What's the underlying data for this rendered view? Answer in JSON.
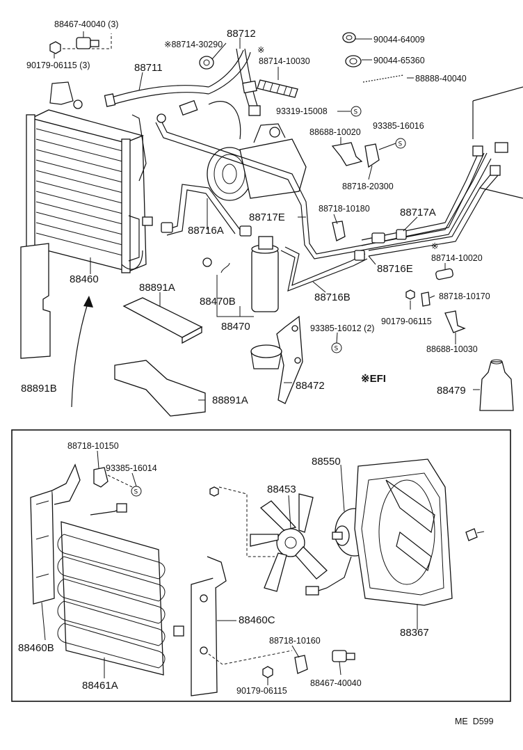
{
  "diagram": {
    "labels_top": [
      {
        "id": "l01",
        "text": "88467-40040 (3)"
      },
      {
        "id": "l02",
        "text": "90179-06115 (3)"
      },
      {
        "id": "l03",
        "text": "88711"
      },
      {
        "id": "l04",
        "text": "※88714-30290"
      },
      {
        "id": "l05",
        "text": "88712"
      },
      {
        "id": "l06",
        "text": "※"
      },
      {
        "id": "l07",
        "text": "88714-10030"
      },
      {
        "id": "l08",
        "text": "90044-64009"
      },
      {
        "id": "l09",
        "text": "90044-65360"
      },
      {
        "id": "l10",
        "text": "88888-40040"
      },
      {
        "id": "l11",
        "text": "93319-15008"
      },
      {
        "id": "l12",
        "text": "88688-10020"
      },
      {
        "id": "l13",
        "text": "93385-16016"
      },
      {
        "id": "l14",
        "text": "88718-20300"
      },
      {
        "id": "l15",
        "text": "88717E"
      },
      {
        "id": "l16",
        "text": "88718-10180"
      },
      {
        "id": "l17",
        "text": "88717A"
      },
      {
        "id": "l18",
        "text": "88716A"
      },
      {
        "id": "l19",
        "text": "88716E"
      },
      {
        "id": "l20",
        "text": "※"
      },
      {
        "id": "l21",
        "text": "88714-10020"
      },
      {
        "id": "l22",
        "text": "88460"
      },
      {
        "id": "l23",
        "text": "88891A"
      },
      {
        "id": "l24",
        "text": "88470B"
      },
      {
        "id": "l25",
        "text": "88716B"
      },
      {
        "id": "l26",
        "text": "88718-10170"
      },
      {
        "id": "l27",
        "text": "90179-06115"
      },
      {
        "id": "l28",
        "text": "88470"
      },
      {
        "id": "l29",
        "text": "93385-16012 (2)"
      },
      {
        "id": "l30",
        "text": "88688-10030"
      },
      {
        "id": "l31",
        "text": "※EFI"
      },
      {
        "id": "l32",
        "text": "88891B"
      },
      {
        "id": "l33",
        "text": "88472"
      },
      {
        "id": "l34",
        "text": "88479"
      },
      {
        "id": "l35",
        "text": "88891A"
      }
    ],
    "labels_bottom": [
      {
        "id": "b01",
        "text": "88718-10150"
      },
      {
        "id": "b02",
        "text": "93385-16014"
      },
      {
        "id": "b03",
        "text": "88550"
      },
      {
        "id": "b04",
        "text": "88453"
      },
      {
        "id": "b05",
        "text": "88460C"
      },
      {
        "id": "b06",
        "text": "88367"
      },
      {
        "id": "b07",
        "text": "88460B"
      },
      {
        "id": "b08",
        "text": "88718-10160"
      },
      {
        "id": "b09",
        "text": "88461A"
      },
      {
        "id": "b10",
        "text": "90179-06115"
      },
      {
        "id": "b11",
        "text": "88467-40040"
      }
    ],
    "bolt_marker": "S",
    "footer_code": "ME  D599"
  }
}
